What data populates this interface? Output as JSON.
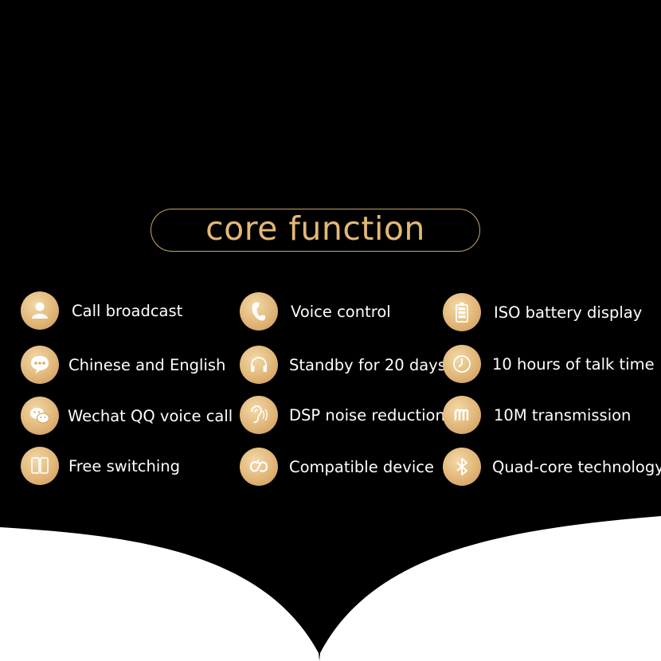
{
  "title": "core function",
  "colors": {
    "background": "#000000",
    "accent_gold": "#e3b877",
    "pill_border": "#c9a567",
    "label_text": "#ffffff",
    "bottom_area": "#ffffff"
  },
  "features": {
    "col1": [
      {
        "label": "Call broadcast",
        "icon": "person-icon"
      },
      {
        "label": "Chinese and English",
        "icon": "chat-bubble-icon"
      },
      {
        "label": "Wechat QQ voice call",
        "icon": "wechat-icon"
      },
      {
        "label": "Free switching",
        "icon": "phones-icon"
      }
    ],
    "col2": [
      {
        "label": "Voice control",
        "icon": "phone-handset-icon"
      },
      {
        "label": "Standby for 20 days",
        "icon": "headphones-icon"
      },
      {
        "label": "DSP noise reduction",
        "icon": "ear-icon"
      },
      {
        "label": "Compatible device",
        "icon": "sync-icon"
      }
    ],
    "col3": [
      {
        "label": "ISO battery display",
        "icon": "battery-icon"
      },
      {
        "label": "10 hours of talk time",
        "icon": "clock-icon"
      },
      {
        "label": "10M transmission",
        "icon": "m-icon"
      },
      {
        "label": "Quad-core technology",
        "icon": "bluetooth-icon"
      }
    ]
  }
}
